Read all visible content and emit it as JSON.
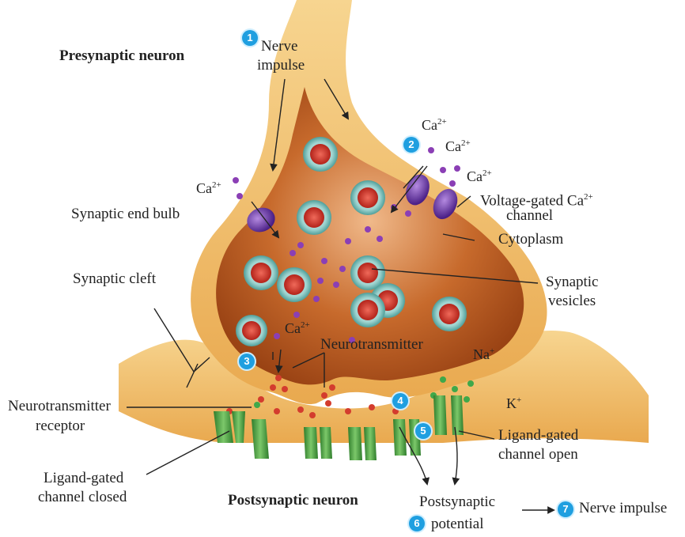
{
  "labels": {
    "presynaptic": "Presynaptic neuron",
    "nerve_impulse_top_1": "Nerve",
    "nerve_impulse_top_2": "impulse",
    "synaptic_end_bulb": "Synaptic end bulb",
    "synaptic_cleft": "Synaptic cleft",
    "ca_left": "Ca",
    "ca_top1": "Ca",
    "ca_top2": "Ca",
    "ca_top3": "Ca",
    "ca_mid": "Ca",
    "ca_charge": "2+",
    "vgc_1": "Voltage-gated Ca",
    "vgc_2": "channel",
    "cytoplasm": "Cytoplasm",
    "syn_vesicles_1": "Synaptic",
    "syn_vesicles_2": "vesicles",
    "neurotransmitter": "Neurotransmitter",
    "na": "Na",
    "na_charge": "+",
    "k": "K",
    "k_charge": "+",
    "nt_receptor_1": "Neurotransmitter",
    "nt_receptor_2": "receptor",
    "lg_open_1": "Ligand-gated",
    "lg_open_2": "channel open",
    "lg_closed_1": "Ligand-gated",
    "lg_closed_2": "channel closed",
    "postsynaptic": "Postsynaptic neuron",
    "post_potential_1": "Postsynaptic",
    "post_potential_2": "potential",
    "nerve_impulse_out": "Nerve impulse"
  },
  "steps": [
    "1",
    "2",
    "3",
    "4",
    "5",
    "6",
    "7"
  ],
  "colors": {
    "neuron_outer": "#f3c46e",
    "neuron_inner": "#b8551c",
    "vesicle_ring": "#63b9b4",
    "vesicle_core": "#d33c2e",
    "calcium": "#8b3fb5",
    "channel_green": "#3e9a3a",
    "step_blue": "#1f9fe0"
  }
}
